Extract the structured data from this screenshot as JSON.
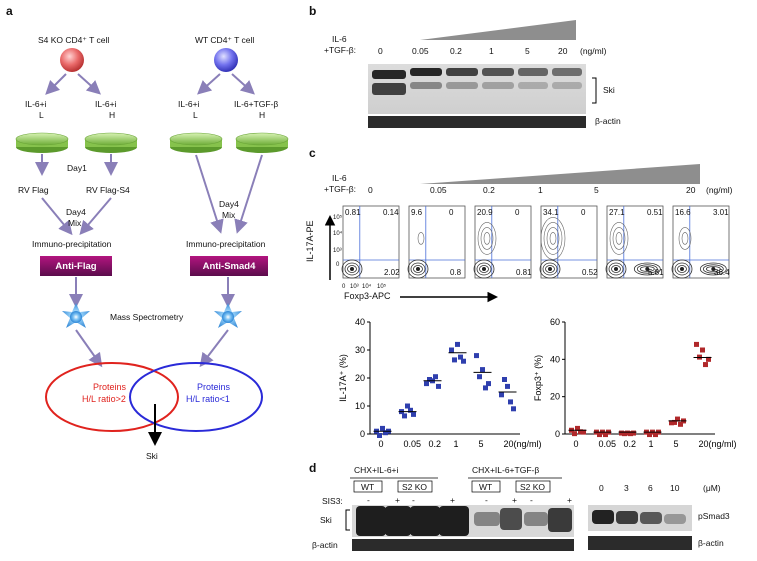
{
  "panel_labels": {
    "a": "a",
    "b": "b",
    "c": "c",
    "d": "d"
  },
  "panel_a": {
    "left_cell": "S4 KO CD4⁺ T cell",
    "right_cell": "WT CD4⁺ T cell",
    "left_dishes": [
      "IL-6+i",
      "IL-6+i"
    ],
    "left_dish_labels": [
      "L",
      "H"
    ],
    "right_dishes": [
      "IL-6+i",
      "IL-6+TGF-β"
    ],
    "right_dish_labels": [
      "L",
      "H"
    ],
    "day1": "Day1",
    "rv_flag": "RV Flag",
    "rv_flag_s4": "RV Flag-S4",
    "day4_mix": [
      "Day4",
      "Mix"
    ],
    "ip": "Immuno-precipitation",
    "anti_flag": "Anti-Flag",
    "anti_smad4": "Anti-Smad4",
    "mass_spec": "Mass Spectrometry",
    "venn_left": [
      "Proteins",
      "H/L ratio>2"
    ],
    "venn_right": [
      "Proteins",
      "H/L ratio<1"
    ],
    "ski": "Ski",
    "colors": {
      "left_cell": "#e05050",
      "right_cell": "#5a5ae6",
      "venn_left": "#e0231e",
      "venn_right": "#2a2ad8",
      "arrow": "#8a7fb8",
      "pill": "#9c1276"
    }
  },
  "panel_b": {
    "treatment": [
      "IL-6",
      "+TGF-β:"
    ],
    "doses": [
      "0",
      "0.05",
      "0.2",
      "1",
      "5",
      "20"
    ],
    "unit": "(ng/ml)",
    "band_labels": [
      "Ski",
      "β-actin"
    ]
  },
  "panel_c": {
    "treatment": [
      "IL-6",
      "+TGF-β:"
    ],
    "doses": [
      "0",
      "0.05",
      "0.2",
      "1",
      "5",
      "20"
    ],
    "unit": "(ng/ml)",
    "y_axis": "IL-17A-PE",
    "x_axis": "Foxp3-APC",
    "axis_ticks": [
      "10⁵",
      "10⁴",
      "10³",
      "0",
      "0",
      "10³",
      "10⁴",
      "10⁵"
    ],
    "facs_quadrants": [
      {
        "ul": "0.81",
        "ur": "0.14",
        "lr": "2.02"
      },
      {
        "ul": "9.6",
        "ur": "0",
        "lr": "0.8"
      },
      {
        "ul": "20.9",
        "ur": "0",
        "lr": "0.81"
      },
      {
        "ul": "34.1",
        "ur": "0",
        "lr": "0.52"
      },
      {
        "ul": "27.1",
        "ur": "0.51",
        "lr": "5.81"
      },
      {
        "ul": "16.6",
        "ur": "3.01",
        "lr": "36.4"
      }
    ]
  },
  "chart_data": [
    {
      "type": "scatter",
      "ylabel": "IL-17A⁺ (%)",
      "categories": [
        "0",
        "0.05",
        "0.2",
        "1",
        "5",
        "20(ng/ml)"
      ],
      "ylim": [
        0,
        40
      ],
      "yticks": [
        "0",
        "10",
        "20",
        "30",
        "40"
      ],
      "color": "#2f3fae",
      "points": [
        [
          1,
          0,
          2,
          1,
          1
        ],
        [
          8,
          7,
          10,
          9,
          7
        ],
        [
          18,
          20,
          19,
          21,
          17
        ],
        [
          30,
          27,
          32,
          28,
          26
        ],
        [
          28,
          21,
          23,
          17,
          18
        ],
        [
          14,
          20,
          17,
          12,
          9
        ]
      ],
      "means": [
        1,
        8,
        19,
        29,
        22,
        15
      ]
    },
    {
      "type": "scatter",
      "ylabel": "Foxp3⁺ (%)",
      "categories": [
        "0",
        "0.05",
        "0.2",
        "1",
        "5",
        "20(ng/ml)"
      ],
      "ylim": [
        0,
        60
      ],
      "yticks": [
        "0",
        "20",
        "40",
        "60"
      ],
      "color": "#b0282a",
      "points": [
        [
          2,
          1,
          3,
          2,
          1
        ],
        [
          1,
          0.5,
          1,
          0.5,
          1
        ],
        [
          0.5,
          1,
          0.5,
          1,
          0.5
        ],
        [
          1,
          0.5,
          1,
          0.5,
          1
        ],
        [
          6,
          7,
          8,
          6,
          7
        ],
        [
          48,
          42,
          45,
          38,
          40
        ]
      ],
      "means": [
        2,
        1,
        1,
        1,
        7,
        41
      ]
    }
  ],
  "panel_d": {
    "group1": "CHX+IL-6+i",
    "group2": "CHX+IL-6+TGF-β",
    "genotypes": [
      "WT",
      "S2 KO",
      "WT",
      "S2 KO"
    ],
    "sis3_label": "SIS3:",
    "sis3_signs": [
      "-",
      "+",
      "-",
      "+",
      "-",
      "+",
      "-",
      "+"
    ],
    "band_labels": [
      "Ski",
      "β-actin"
    ],
    "sis3_doses": [
      "0",
      "3",
      "6",
      "10"
    ],
    "sis3_unit": "(μM)",
    "right_band_labels": [
      "pSmad3",
      "β-actin"
    ]
  }
}
